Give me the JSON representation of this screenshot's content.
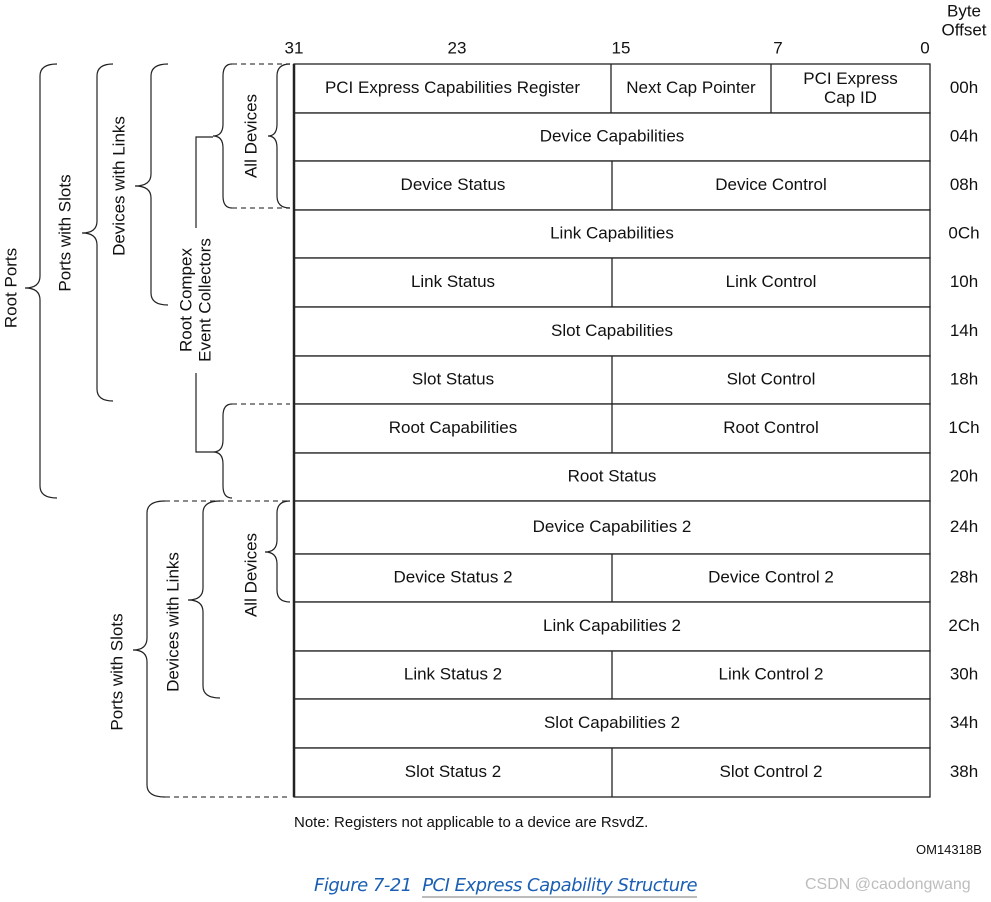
{
  "header": {
    "byte_offset": [
      "Byte",
      "Offset"
    ],
    "bit_labels": [
      "31",
      "23",
      "15",
      "7",
      "0"
    ]
  },
  "registers": [
    {
      "offset": "00h",
      "cells": [
        "PCI Express Capabilities Register",
        "Next Cap Pointer",
        "PCI Express|Cap ID"
      ]
    },
    {
      "offset": "04h",
      "cells": [
        "Device Capabilities"
      ]
    },
    {
      "offset": "08h",
      "cells": [
        "Device Status",
        "Device Control"
      ]
    },
    {
      "offset": "0Ch",
      "cells": [
        "Link Capabilities"
      ]
    },
    {
      "offset": "10h",
      "cells": [
        "Link Status",
        "Link Control"
      ]
    },
    {
      "offset": "14h",
      "cells": [
        "Slot Capabilities"
      ]
    },
    {
      "offset": "18h",
      "cells": [
        "Slot Status",
        "Slot Control"
      ]
    },
    {
      "offset": "1Ch",
      "cells": [
        "Root Capabilities",
        "Root Control"
      ]
    },
    {
      "offset": "20h",
      "cells": [
        "Root Status"
      ]
    },
    {
      "offset": "24h",
      "cells": [
        "Device Capabilities 2"
      ]
    },
    {
      "offset": "28h",
      "cells": [
        "Device Status 2",
        "Device Control 2"
      ]
    },
    {
      "offset": "2Ch",
      "cells": [
        "Link Capabilities 2"
      ]
    },
    {
      "offset": "30h",
      "cells": [
        "Link Status 2",
        "Link Control 2"
      ]
    },
    {
      "offset": "34h",
      "cells": [
        "Slot Capabilities 2"
      ]
    },
    {
      "offset": "38h",
      "cells": [
        "Slot Status 2",
        "Slot Control 2"
      ]
    }
  ],
  "groups": {
    "root_ports": "Root Ports",
    "ports_with_slots": "Ports with Slots",
    "devices_with_links": "Devices with Links",
    "root_complex_event_collectors": [
      "Root Compex",
      "Event Collectors"
    ],
    "all_devices": "All Devices",
    "ports_with_slots_2": "Ports with Slots",
    "devices_with_links_2": "Devices with Links",
    "all_devices_2": "All Devices"
  },
  "note": "Note:  Registers not applicable to a device are RsvdZ.",
  "figure_id": "OM14318B",
  "caption": {
    "number": "Figure  7-21",
    "title": "PCI Express Capability Structure"
  },
  "watermark": "CSDN @caodongwang"
}
